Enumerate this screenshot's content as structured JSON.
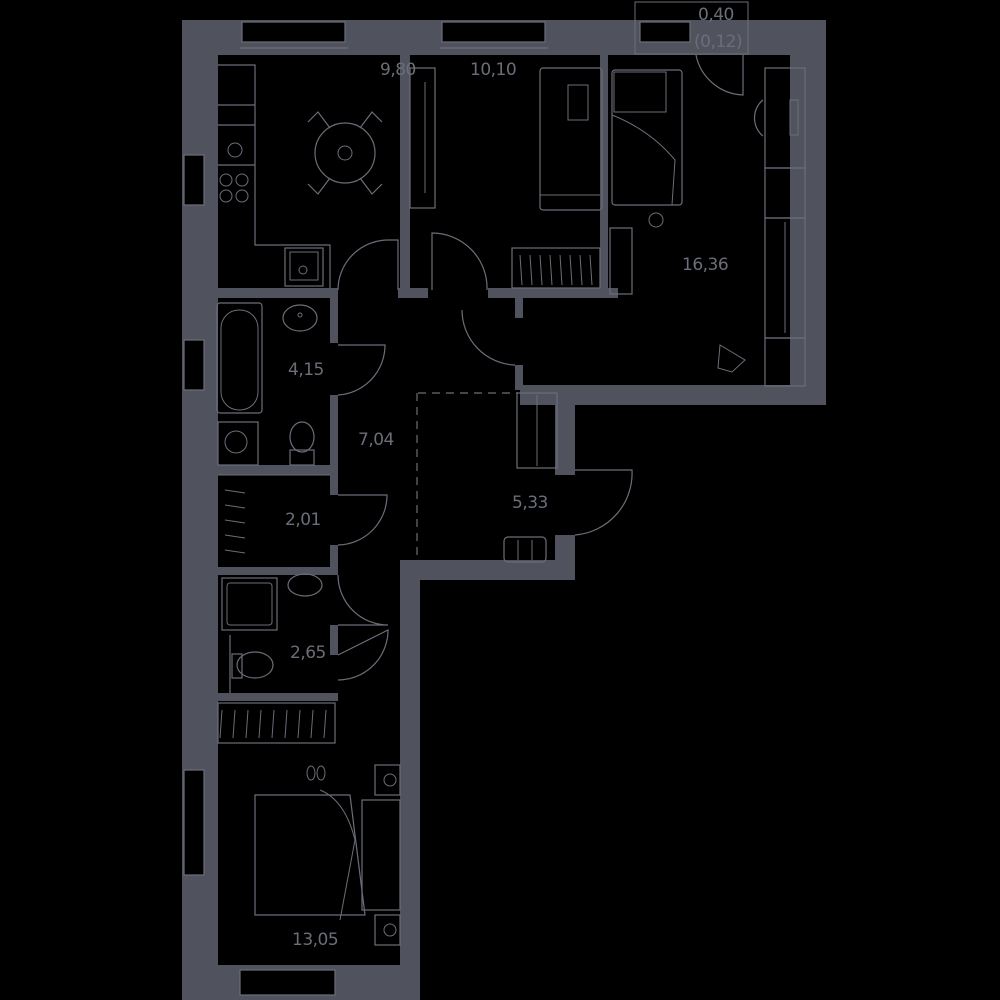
{
  "plan": {
    "wall_color": "#50535e",
    "line_color": "#6b6e79",
    "background": "#000000"
  },
  "rooms": {
    "kitchen": {
      "area": "9,80"
    },
    "living": {
      "area": "10,10"
    },
    "bedroom_top": {
      "area": "16,36"
    },
    "balcony": {
      "area": "0,40",
      "area_reduced": "(0,12)"
    },
    "bathroom": {
      "area": "4,15"
    },
    "hall": {
      "area": "7,04"
    },
    "entrance": {
      "area": "5,33"
    },
    "storage": {
      "area": "2,01"
    },
    "shower_room": {
      "area": "2,65"
    },
    "bedroom_bottom": {
      "area": "13,05"
    }
  }
}
